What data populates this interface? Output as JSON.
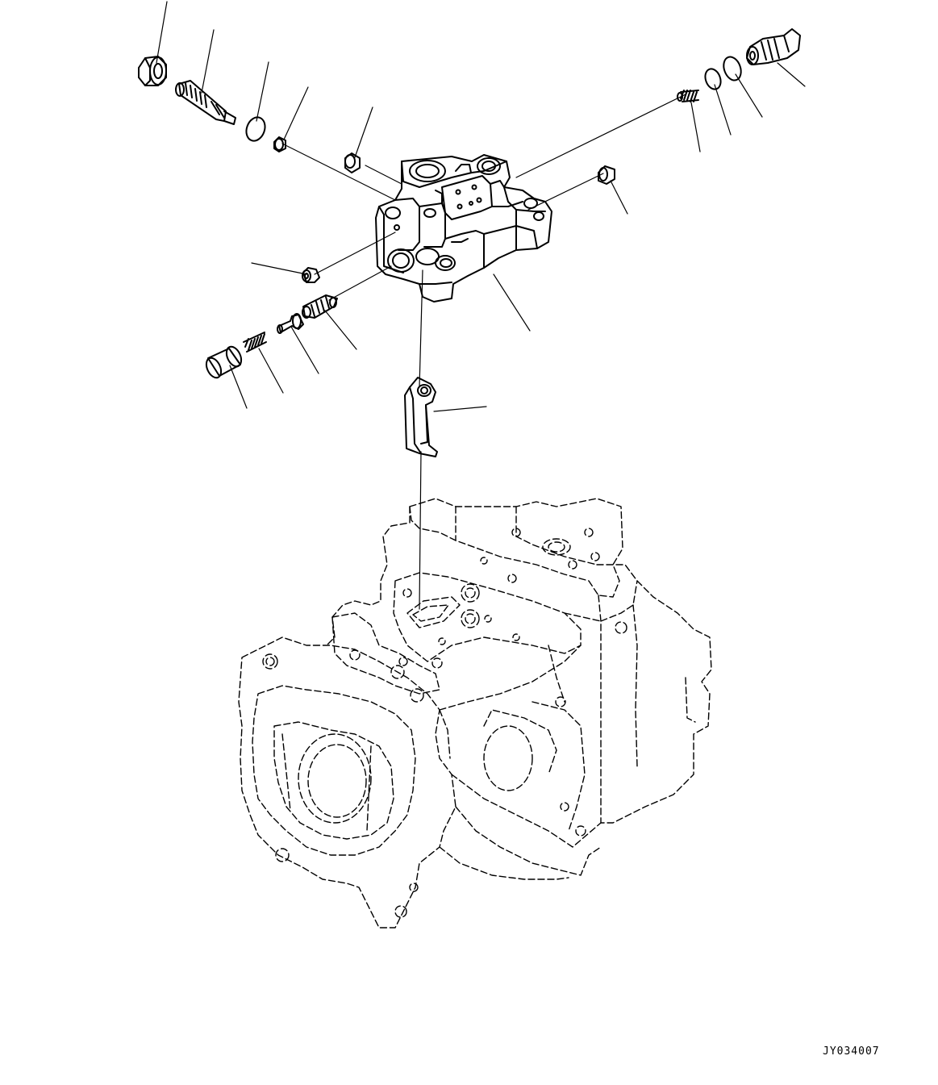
{
  "drawing": {
    "code": "JY034007"
  },
  "parts": [
    {
      "name": "hex-nut"
    },
    {
      "name": "adjusting-screw"
    },
    {
      "name": "o-ring-small"
    },
    {
      "name": "plug-small-top"
    },
    {
      "name": "plug-center-top"
    },
    {
      "name": "valve-body"
    },
    {
      "name": "plug-right"
    },
    {
      "name": "spring-right"
    },
    {
      "name": "o-ring-right-a"
    },
    {
      "name": "o-ring-right-b"
    },
    {
      "name": "connector-plug"
    },
    {
      "name": "plug-left"
    },
    {
      "name": "sleeve"
    },
    {
      "name": "spring-left"
    },
    {
      "name": "piston"
    },
    {
      "name": "spool"
    },
    {
      "name": "lever"
    },
    {
      "name": "pump-housing-phantom"
    }
  ]
}
